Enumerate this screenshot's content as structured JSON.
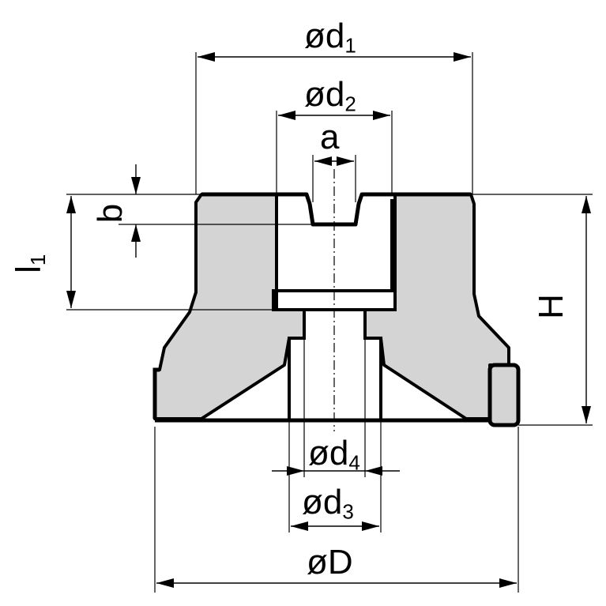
{
  "colors": {
    "body_fill": "#d4d4d4",
    "line": "#000000",
    "background": "#ffffff"
  },
  "labels": {
    "d1": {
      "main": "ød",
      "sub": "1"
    },
    "d2": {
      "main": "ød",
      "sub": "2"
    },
    "a": {
      "main": "a"
    },
    "b": {
      "main": "b"
    },
    "l1": {
      "main": "l",
      "sub": "1"
    },
    "H": {
      "main": "H"
    },
    "d4": {
      "main": "ød",
      "sub": "4"
    },
    "d3": {
      "main": "ød",
      "sub": "3"
    },
    "D": {
      "main": "øD"
    }
  }
}
